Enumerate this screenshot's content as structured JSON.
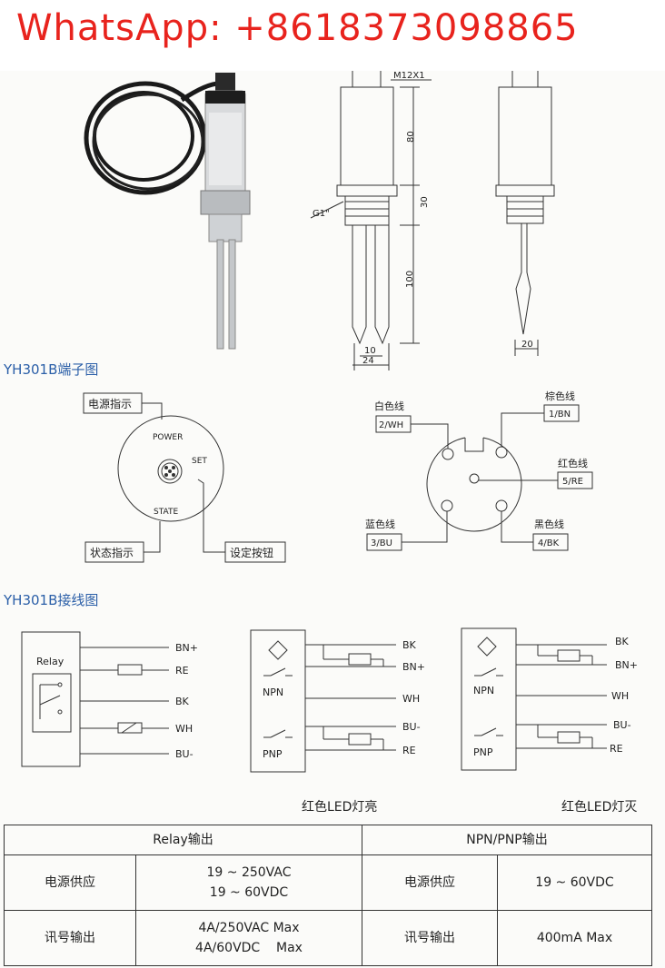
{
  "banner": {
    "text": "WhatsApp: +8618373098865",
    "color": "#e8231d"
  },
  "dimensions": {
    "thread": "M12X1",
    "d80": "80",
    "d30": "30",
    "d100": "100",
    "g1": "G1\"",
    "w10": "10",
    "w24": "24",
    "w20": "20"
  },
  "terminal_title": "YH301B端子图",
  "terminal": {
    "power_indicator": "电源指示",
    "power": "POWER",
    "set": "SET",
    "state": "STATE",
    "state_indicator": "状态指示",
    "set_button": "设定按钮"
  },
  "pins": {
    "white_wire": "白色线",
    "white_code": "2/WH",
    "brown_wire": "棕色线",
    "brown_code": "1/BN",
    "red_wire": "红色线",
    "red_code": "5/RE",
    "blue_wire": "蓝色线",
    "blue_code": "3/BU",
    "black_wire": "黑色线",
    "black_code": "4/BK"
  },
  "wiring_title": "YH301B接线图",
  "wiring": {
    "relay_label": "Relay",
    "npn": "NPN",
    "pnp": "PNP",
    "bn": "BN+",
    "re": "RE",
    "bk": "BK",
    "wh": "WH",
    "bu": "BU-"
  },
  "captions": {
    "led_on": "红色LED灯亮",
    "led_off": "红色LED灯灭"
  },
  "spec_table": {
    "relay_header": "Relay输出",
    "npn_header": "NPN/PNP输出",
    "power_supply": "电源供应",
    "signal_output": "讯号输出",
    "relay_power_1": "19 ~ 250VAC",
    "relay_power_2": "19 ~ 60VDC",
    "npn_power": "19 ~ 60VDC",
    "relay_signal_1": "4A/250VAC Max",
    "relay_signal_2": "4A/60VDC    Max",
    "npn_signal": "400mA Max"
  }
}
